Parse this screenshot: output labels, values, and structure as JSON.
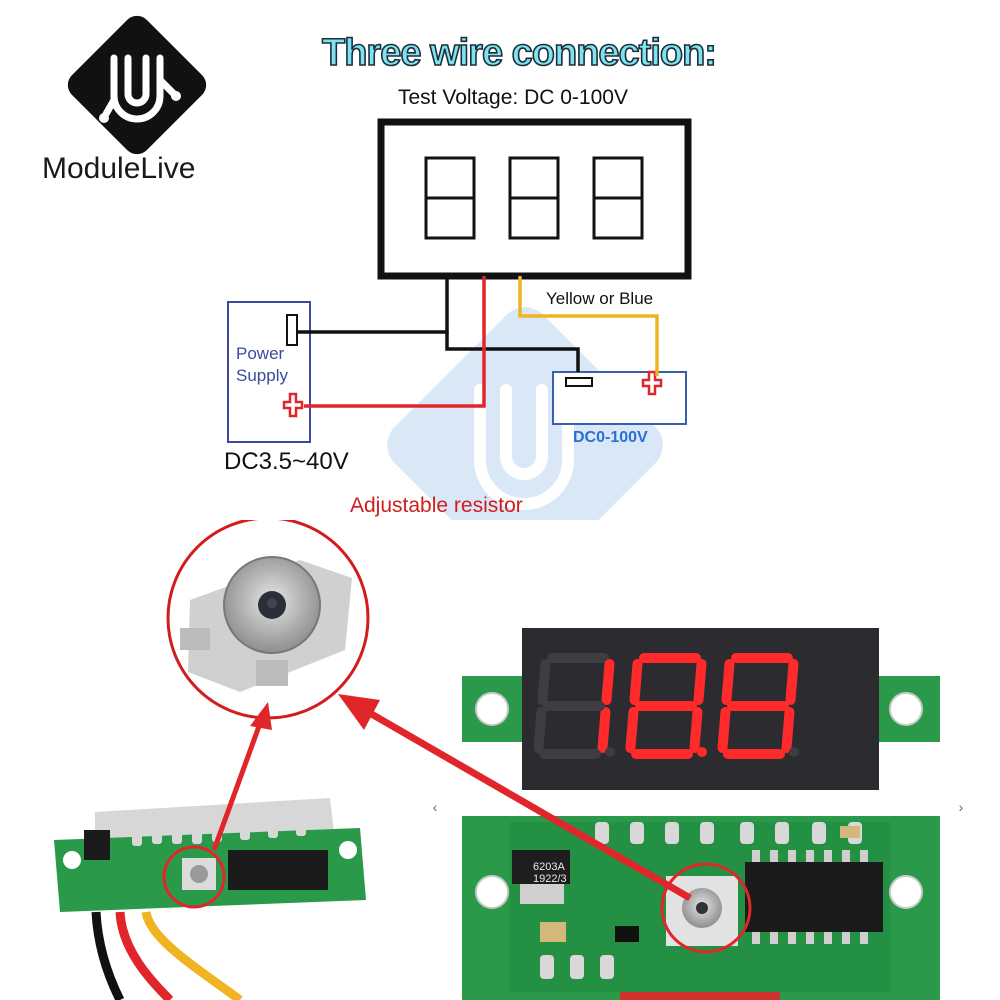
{
  "brand": {
    "name_part1": "Module",
    "name_part2": "Live",
    "logo_icon": "module-live-logo-icon"
  },
  "heading": {
    "title": "Three wire connection:",
    "subtitle": "Test Voltage: DC 0-100V"
  },
  "diagram": {
    "wire_label": "Yellow or Blue",
    "power_supply_label": "Power Supply",
    "power_supply_range": "DC3.5~40V",
    "measured_source_label": "DC0-100V",
    "adjustable_resistor_label": "Adjustable resistor",
    "display_digits": 3
  },
  "photos": {
    "display_reading": "18.8",
    "chip_marking_1": "6203A",
    "chip_marking_2": "1922/3"
  },
  "colors": {
    "wire_black": "#111111",
    "wire_red": "#e0262b",
    "wire_yellow": "#f0b423",
    "title_fill": "#7fe3ee",
    "segment_red": "#ff2a2a",
    "pcb_green": "#2a9a4a"
  },
  "nav": {
    "prev_icon": "chevron-left-icon",
    "next_icon": "chevron-right-icon",
    "prev": "‹",
    "next": "›"
  }
}
